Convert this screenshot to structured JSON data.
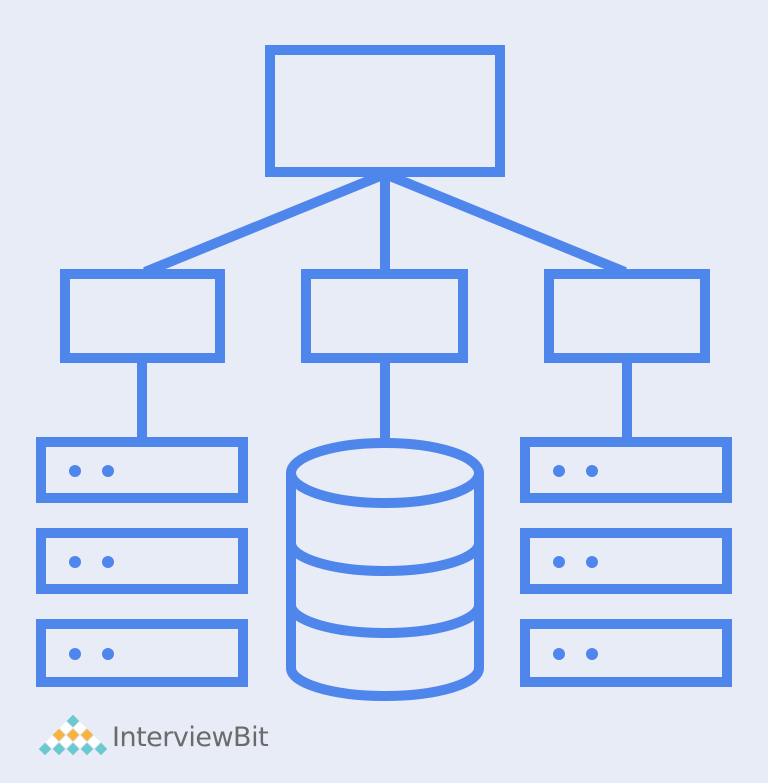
{
  "colors": {
    "background": "#E8ECF7",
    "stroke": "#4F86EC",
    "logo_teal": "#6CC9CF",
    "logo_orange": "#F5B342",
    "logo_text": "#6B6B6B"
  },
  "logo": {
    "text": "InterviewBit"
  },
  "diagram": {
    "top_node": "rectangle",
    "middle_nodes": 3,
    "left_servers": 3,
    "right_servers": 3,
    "center": "database-cylinder"
  }
}
